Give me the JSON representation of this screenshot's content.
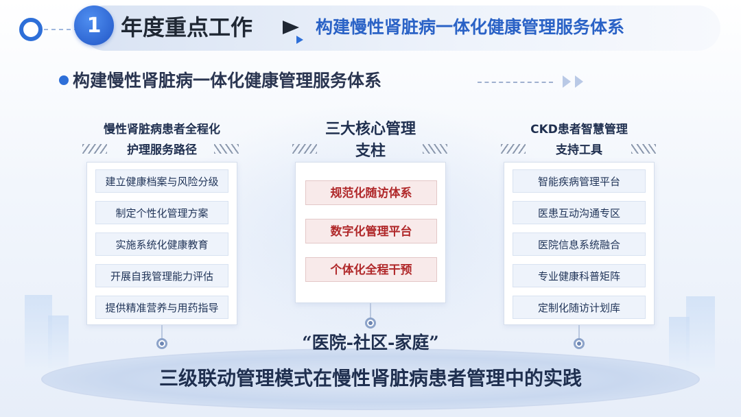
{
  "header": {
    "number": "1",
    "title": "年度重点工作",
    "subtitle": "构建慢性肾脏病一体化健康管理服务体系"
  },
  "section": {
    "title": "构建慢性肾脏病一体化健康管理服务体系"
  },
  "columns": {
    "left": {
      "heading_line1": "慢性肾脏病患者全程化",
      "heading_line2": "护理服务路径",
      "items": [
        "建立健康档案与风险分级",
        "制定个性化管理方案",
        "实施系统化健康教育",
        "开展自我管理能力评估",
        "提供精准营养与用药指导"
      ]
    },
    "center": {
      "heading_line1": "三大核心管理",
      "heading_line2": "支柱",
      "items": [
        "规范化随访体系",
        "数字化管理平台",
        "个体化全程干预"
      ]
    },
    "right": {
      "heading_line1": "CKD患者智慧管理",
      "heading_line2": "支持工具",
      "items": [
        "智能疾病管理平台",
        "医患互动沟通专区",
        "医院信息系统融合",
        "专业健康科普矩阵",
        "定制化随访计划库"
      ]
    }
  },
  "bottom": {
    "quote": "“医院-社区-家庭”",
    "title": "三级联动管理模式在慢性肾脏病患者管理中的实践"
  },
  "colors": {
    "accent_blue": "#2e6fd8",
    "title_blue": "#2a62c6",
    "highlight_red": "#b0282a"
  }
}
